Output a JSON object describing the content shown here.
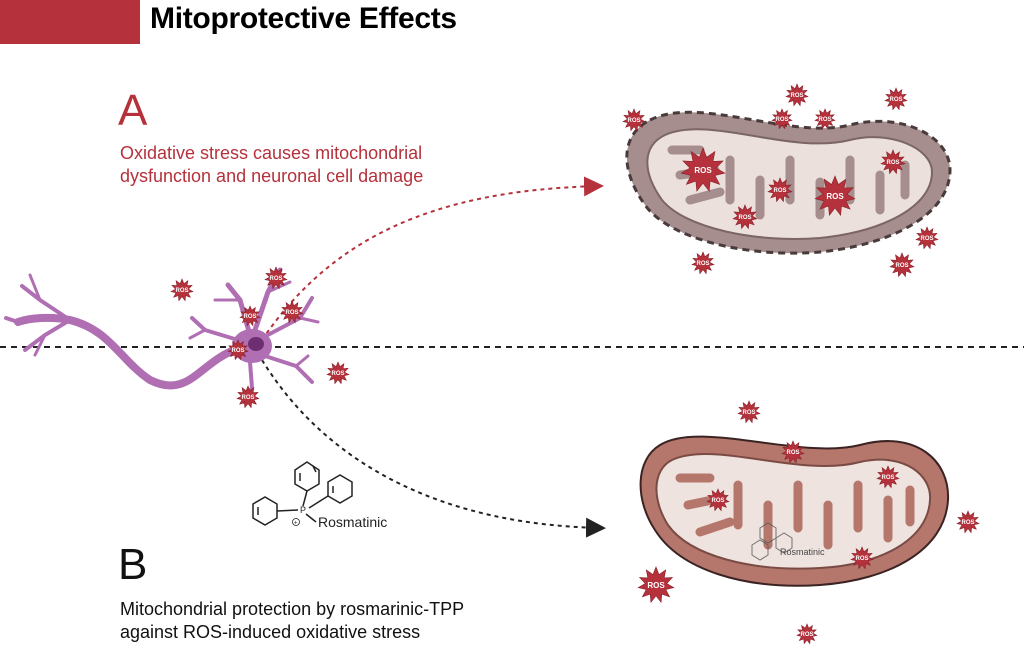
{
  "title": "Mitoprotective Effects",
  "panel_a": {
    "letter": "A",
    "caption_line1": "Oxidative stress causes mitochondrial",
    "caption_line2": "dysfunction and neuronal cell damage"
  },
  "panel_b": {
    "letter": "B",
    "caption_line1": "Mitochondrial protection by rosmarinic-TPP",
    "caption_line2": "against ROS-induced oxidative stress"
  },
  "ros_label": "ROS",
  "molecule_label": "Rosmatinic",
  "colors": {
    "accent": "#b5313b",
    "ros_star": "#b5313b",
    "neuron": "#b06fb3",
    "mito_damaged_outer": "#a68e8e",
    "mito_damaged_inner": "#ebe0dc",
    "mito_healthy_outer": "#b5776c",
    "mito_healthy_inner": "#efe3df"
  }
}
